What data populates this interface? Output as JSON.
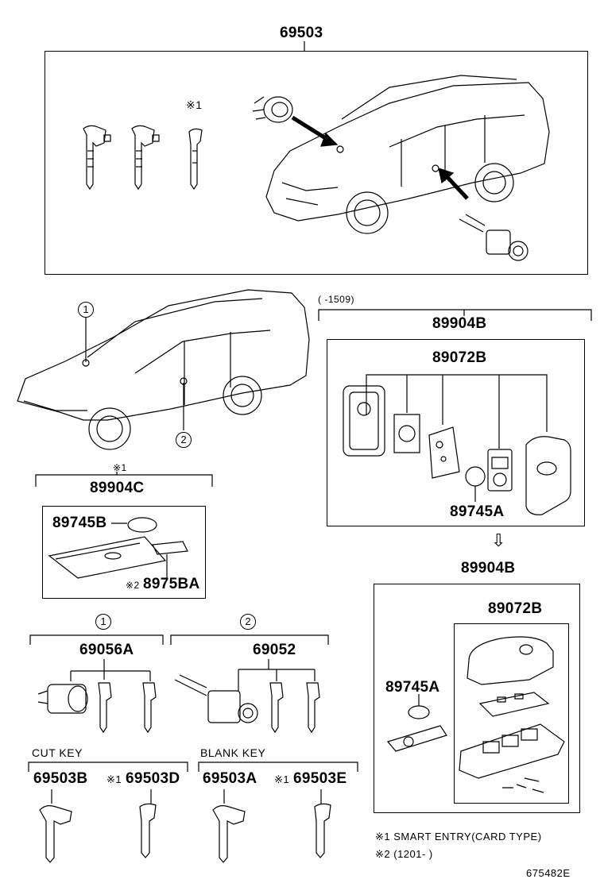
{
  "diagram": {
    "top_assembly": "69503",
    "top_note_mark": "※1",
    "callout_1": "①",
    "callout_2": "②",
    "card_section": {
      "mark": "※1",
      "assembly": "89904C",
      "battery": "89745B",
      "plate_mark": "※2",
      "plate": "8975BA"
    },
    "right_upper": {
      "date_range": "(     -1509)",
      "assembly": "89904B",
      "transmitter": "89072B",
      "battery": "89745A"
    },
    "arrow_glyph": "⇩",
    "right_lower": {
      "assembly": "89904B",
      "transmitter": "89072B",
      "battery": "89745A"
    },
    "group_1": {
      "callout": "①",
      "part": "69056A"
    },
    "group_2": {
      "callout": "②",
      "part": "69052"
    },
    "cut_key": {
      "heading": "CUT KEY",
      "part_a": "69503B",
      "part_b_mark": "※1",
      "part_b": "69503D"
    },
    "blank_key": {
      "heading": "BLANK KEY",
      "part_a": "69503A",
      "part_b_mark": "※1",
      "part_b": "69503E"
    },
    "notes": {
      "note1": "※1 SMART ENTRY(CARD TYPE)",
      "note2": "※2 (1201-      )"
    },
    "figure_id": "675482E"
  }
}
